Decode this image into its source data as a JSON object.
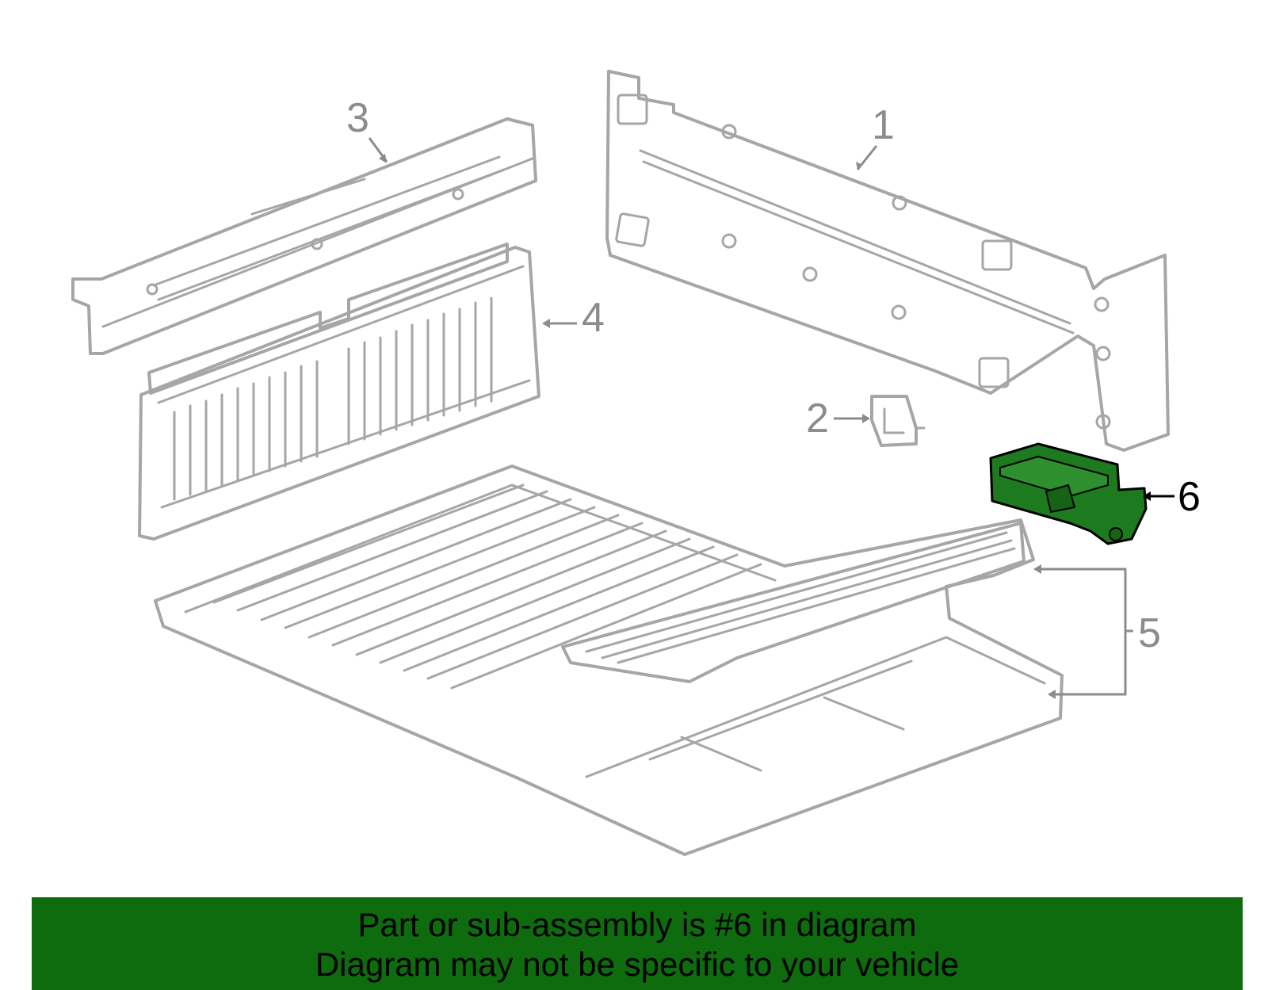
{
  "callouts": {
    "c1": "1",
    "c2": "2",
    "c3": "3",
    "c4": "4",
    "c5": "5",
    "c6": "6"
  },
  "highlighted_part": "6",
  "colors": {
    "highlight": "#1e7a1e",
    "banner": "#0e6b0e",
    "part_outline": "#a6a6a6"
  },
  "banner": {
    "line1": "Part or sub-assembly is #6 in diagram",
    "line2": "Diagram may not be specific to your vehicle"
  }
}
